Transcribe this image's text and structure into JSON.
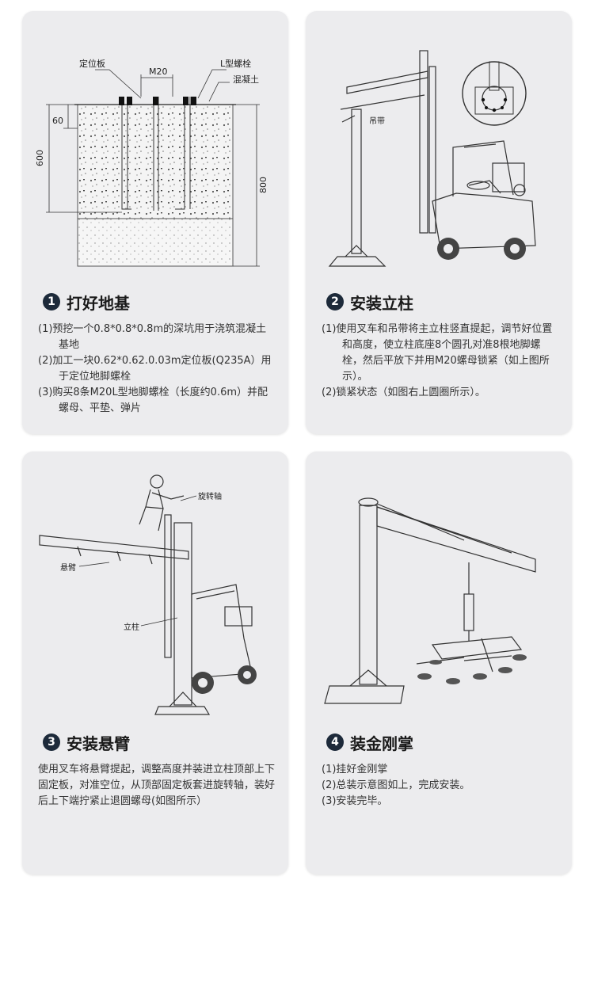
{
  "steps": [
    {
      "num": "1",
      "title": "打好地基",
      "lines": [
        "(1)预挖一个0.8*0.8*0.8m的深坑用于浇筑混凝土基地",
        "(2)加工一块0.62*0.62.0.03m定位板(Q235A）用于定位地脚螺栓",
        "(3)购买8条M20L型地脚螺栓（长度约0.6m）并配螺母、平垫、弹片"
      ],
      "labels": {
        "plate": "定位板",
        "bolt_size": "M20",
        "bolt": "L型螺栓",
        "concrete": "混凝土",
        "dim_60": "60",
        "dim_600": "600",
        "dim_800": "800"
      }
    },
    {
      "num": "2",
      "title": "安装立柱",
      "lines": [
        "(1)使用叉车和吊带将主立柱竖直提起，调节好位置和高度，使立柱底座8个圆孔对准8根地脚螺栓，然后平放下并用M20螺母锁紧（如上图所示）。",
        "(2)锁紧状态（如图右上圆圈所示）。"
      ],
      "labels": {
        "strap": "吊带"
      }
    },
    {
      "num": "3",
      "title": "安装悬臂",
      "lines": [
        "使用叉车将悬臂提起，调整高度并装进立柱顶部上下固定板，对准空位，从顶部固定板套进旋转轴，装好后上下端拧紧止退圆螺母(如图所示）"
      ],
      "labels": {
        "shaft": "旋转轴",
        "arm": "悬臂",
        "column": "立柱"
      }
    },
    {
      "num": "4",
      "title": "装金刚掌",
      "lines": [
        "(1)挂好金刚掌",
        "(2)总装示意图如上，完成安装。",
        "(3)安装完毕。"
      ],
      "labels": {}
    }
  ]
}
